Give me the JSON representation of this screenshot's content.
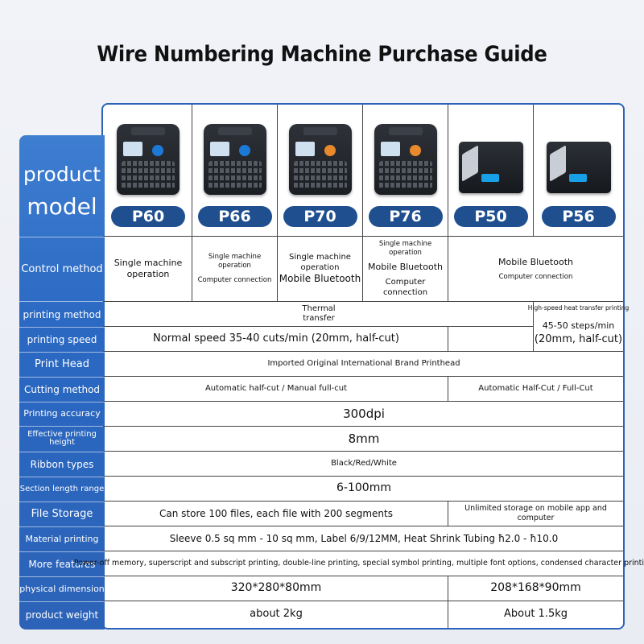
{
  "title": "Wire Numbering Machine Purchase Guide",
  "sidebar": {
    "product_model_l1": "product",
    "product_model_l2": "model",
    "control_method": "Control method",
    "printing_method": "printing method",
    "printing_speed": "printing speed",
    "print_head": "Print Head",
    "cutting_method": "Cutting method",
    "printing_accuracy": "Printing accuracy",
    "effective_height": "Effective printing height",
    "ribbon_types": "Ribbon types",
    "section_length": "Section length range",
    "file_storage": "File Storage",
    "material_printing": "Material printing",
    "more_features": "More features",
    "physical_dimension": "physical dimension",
    "product_weight": "product weight"
  },
  "models": [
    {
      "name": "P60",
      "icon": "keyboard-printer-icon"
    },
    {
      "name": "P66",
      "icon": "keyboard-printer-icon"
    },
    {
      "name": "P70",
      "icon": "keyboard-printer-icon"
    },
    {
      "name": "P76",
      "icon": "keyboard-printer-icon"
    },
    {
      "name": "P50",
      "icon": "bluetooth-printer-icon"
    },
    {
      "name": "P56",
      "icon": "bluetooth-printer-icon"
    }
  ],
  "control": {
    "p60_l1": "Single machine",
    "p60_l2": "operation",
    "p66_l1": "Single machine operation",
    "p66_l2": "Computer connection",
    "p70_l1": "Single machine",
    "p70_l2": "operation",
    "p70_l3": "Mobile Bluetooth",
    "p76_l1": "Single machine operation",
    "p76_l2": "Mobile Bluetooth",
    "p76_l3": "Computer connection",
    "p50_l1": "Mobile Bluetooth",
    "p50_l2": "Computer connection"
  },
  "rows": {
    "printing_method_l1": "Thermal",
    "printing_method_l2": "transfer",
    "printing_method_p5x": "High-speed heat transfer printing",
    "printing_speed": "Normal speed 35-40 cuts/min (20mm, half-cut)",
    "printing_speed_p5x_l1": "45-50 steps/min",
    "printing_speed_p5x_l2": "(20mm, half-cut)",
    "print_head": "Imported Original International Brand Printhead",
    "cutting_method": "Automatic half-cut / Manual full-cut",
    "cutting_method_p5x": "Automatic Half-Cut / Full-Cut",
    "printing_accuracy": "300dpi",
    "effective_height": "8mm",
    "ribbon_types": "Black/Red/White",
    "section_length": "6-100mm",
    "file_storage": "Can store 100 files, each file with 200 segments",
    "file_storage_p5x": "Unlimited storage on mobile app and computer",
    "material_printing": "Sleeve 0.5 sq mm - 10 sq mm, Label 6/9/12MM, Heat Shrink Tubing ħ2.0 - ħ10.0",
    "more_features": "Power-off memory, superscript and subscript printing, double-line printing, special symbol printing, multiple font options, condensed character printing",
    "physical_dimension": "320*280*80mm",
    "physical_dimension_p5x": "208*168*90mm",
    "product_weight": "about 2kg",
    "product_weight_p5x": "About 1.5kg"
  }
}
